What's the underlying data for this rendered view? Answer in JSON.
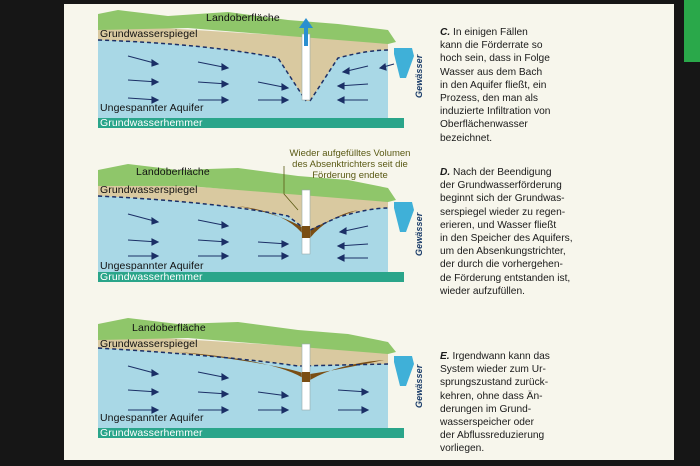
{
  "labels": {
    "land": "Landoberfläche",
    "grundwasserspiegel": "Grundwasserspiegel",
    "aquifer": "Ungespannter Aquifer",
    "hemmer": "Grundwasserhemmer",
    "gewaesser": "Gewässer"
  },
  "callout": {
    "line1": "Wieder aufgefülltes Volumen",
    "line2": "des Absenktrichters seit die",
    "line3": "Förderung endete"
  },
  "panels": [
    {
      "id": "C",
      "letter": "C.",
      "text": [
        "In einigen Fällen",
        "kann die Förderrate so",
        "hoch sein, dass in Folge",
        "Wasser aus dem Bach",
        "in den Aquifer fließt, ein",
        "Prozess, den man als",
        "induzierte Infiltration von",
        "Oberflächenwasser",
        "bezeichnet."
      ]
    },
    {
      "id": "D",
      "letter": "D.",
      "text": [
        "Nach der Beendigung",
        "der Grundwasserförderung",
        "beginnt sich der Grundwas-",
        "serspiegel wieder zu regen-",
        "erieren, und Wasser fließt",
        "in den Speicher des Aquifers,",
        "um den Absenkungstrichter,",
        "der durch die vorhergehen-",
        "de Förderung entstanden ist,",
        "wieder aufzufüllen."
      ]
    },
    {
      "id": "E",
      "letter": "E.",
      "text": [
        "Irgendwann kann das",
        "System wieder zum Ur-",
        "sprungszustand zurück-",
        "kehren, ohne dass Än-",
        "derungen im Grund-",
        "wasserspeicher oder",
        "der Abflussreduzierung",
        "vorliegen."
      ]
    }
  ],
  "colors": {
    "land": "#8fc66a",
    "soil": "#d9c9a0",
    "aquifer": "#a9d8e6",
    "hemmer": "#2aa58a",
    "water": "#3fb0d8",
    "refill": "#7a4e14",
    "arrow": "#1b2f66"
  }
}
